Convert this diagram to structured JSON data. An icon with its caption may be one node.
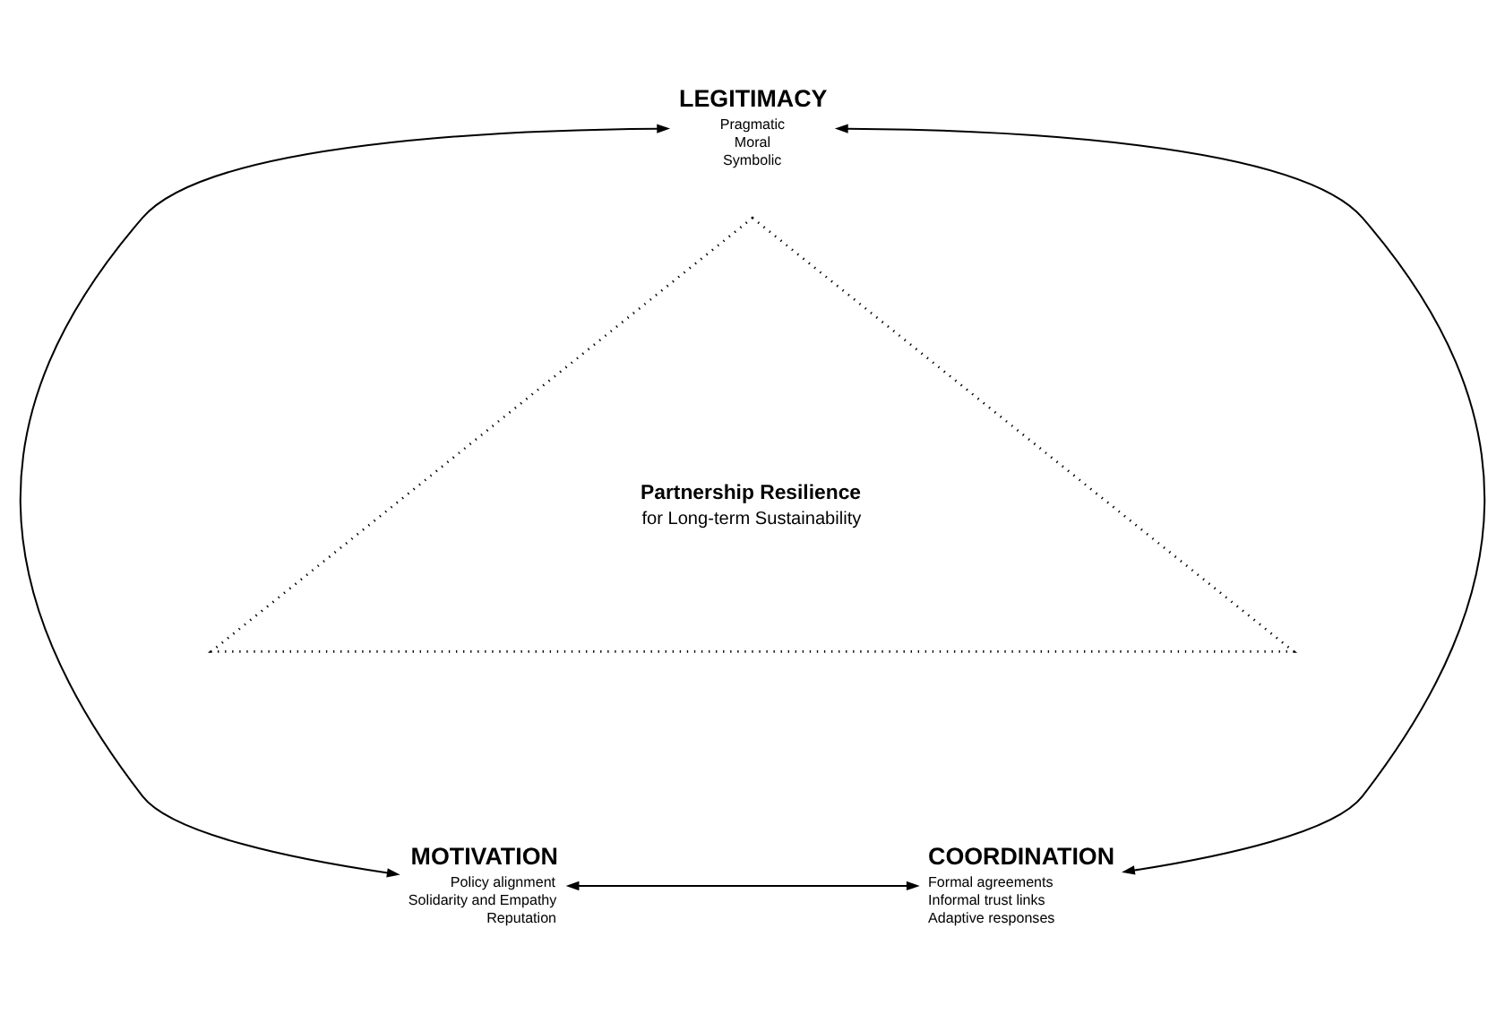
{
  "diagram": {
    "nodes": [
      {
        "text": [
          "LEGITIMACY",
          "Pragmatic",
          "Moral",
          "Symbolic"
        ]
      },
      {
        "text": [
          "MOTIVATION",
          "Policy alignment",
          "Solidarity and Empathy",
          "Reputation"
        ]
      },
      {
        "text": [
          "COORDINATION",
          "Formal agreements",
          "Informal trust links",
          "Adaptive responses"
        ]
      },
      {
        "text": [
          "Partnership Resilience",
          "for Long-term Sustainability"
        ]
      }
    ],
    "edges": [
      {
        "from": 0,
        "to": 1,
        "arrow": "both"
      },
      {
        "from": 0,
        "to": 2,
        "arrow": "both"
      },
      {
        "from": 1,
        "to": 2,
        "arrow": "both"
      }
    ]
  }
}
